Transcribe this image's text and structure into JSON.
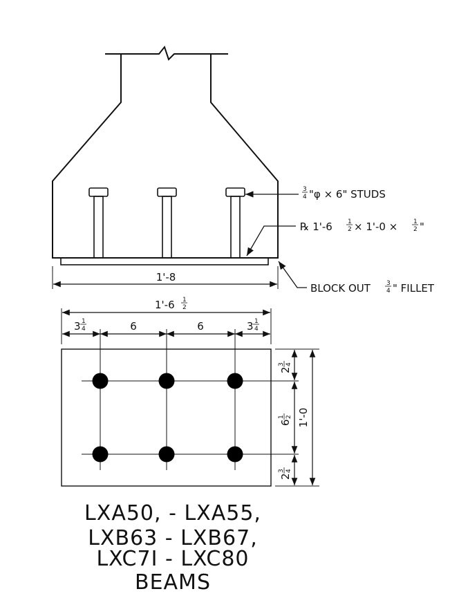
{
  "elevation": {
    "studs_label": "¾\"φ × 6\" STUDS",
    "studs_label_parts": {
      "frac_num": "3",
      "frac_den": "4",
      "rest": "\"φ × 6\" STUDS"
    },
    "plate_label_parts": {
      "prefix": "℞ 1'-6",
      "frac1_num": "1",
      "frac1_den": "2",
      "middle": " × 1'-0 × ",
      "frac2_num": "1",
      "frac2_den": "2",
      "suffix": "\""
    },
    "overall_width": "1'-8",
    "fillet_label_parts": {
      "prefix": "BLOCK OUT ",
      "frac_num": "3",
      "frac_den": "4",
      "suffix": "\" FILLET"
    }
  },
  "plan": {
    "overall_width_parts": {
      "prefix": "1'-6",
      "frac_num": "1",
      "frac_den": "2"
    },
    "spacings": [
      {
        "whole": "3",
        "frac_num": "1",
        "frac_den": "4"
      },
      {
        "whole": "6"
      },
      {
        "whole": "6"
      },
      {
        "whole": "3",
        "frac_num": "1",
        "frac_den": "4"
      }
    ],
    "vertical_dims": [
      {
        "whole": "2",
        "frac_num": "3",
        "frac_den": "4"
      },
      {
        "whole": "6",
        "frac_num": "1",
        "frac_den": "2"
      },
      {
        "whole": "2",
        "frac_num": "3",
        "frac_den": "4"
      }
    ],
    "overall_height": "1'-0",
    "stud_rows": 2,
    "stud_cols": 3
  },
  "title_lines": [
    "LXA50, - LXA55,",
    "LXB63 - LXB67,",
    "LXC7I - LXC80",
    "BEAMS"
  ]
}
